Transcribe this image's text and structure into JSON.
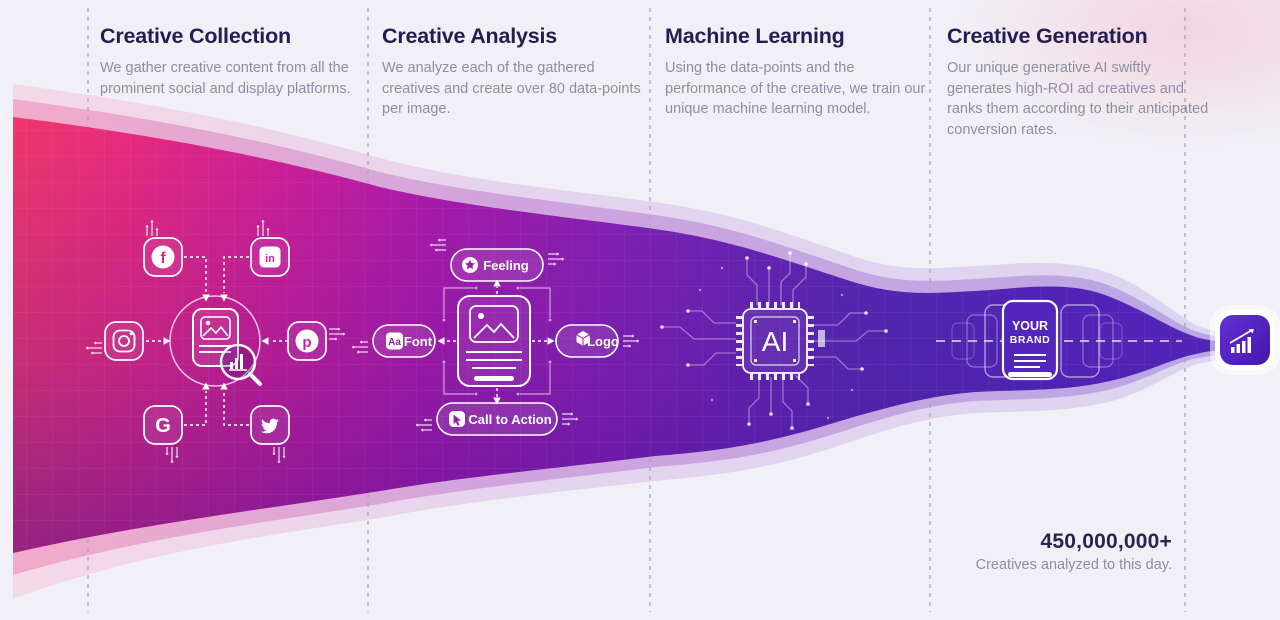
{
  "columns": [
    {
      "title": "Creative Collection",
      "description": "We gather creative content from all the prominent social and display platforms."
    },
    {
      "title": "Creative Analysis",
      "description": "We analyze each of the gathered creatives and create over 80 data-points per image."
    },
    {
      "title": "Machine Learning",
      "description": "Using the data-points and the performance of the creative, we train our unique machine learning model."
    },
    {
      "title": "Creative Generation",
      "description": "Our unique generative AI swiftly generates high-ROI ad creatives and ranks them according to their anticipated conversion rates."
    }
  ],
  "collection": {
    "sources": [
      "facebook",
      "linkedin",
      "instagram",
      "pinterest",
      "google",
      "twitter"
    ],
    "facebook_letter": "f",
    "linkedin_letters": "in",
    "pinterest_letter": "p",
    "google_letter": "G"
  },
  "analysis": {
    "labels": {
      "feeling": "Feeling",
      "font": "Font",
      "logo": "Logo",
      "cta": "Call to Action"
    },
    "font_icon_text": "Aa"
  },
  "ml": {
    "chip_label": "AI"
  },
  "generation": {
    "brand_line1": "YOUR",
    "brand_line2": "BRAND"
  },
  "stats": {
    "value": "450,000,000+",
    "caption": "Creatives analyzed to this day."
  },
  "colors": {
    "accent_pink": "#ee2b7c",
    "accent_purple": "#5226bd",
    "background": "#f1f0f6"
  }
}
